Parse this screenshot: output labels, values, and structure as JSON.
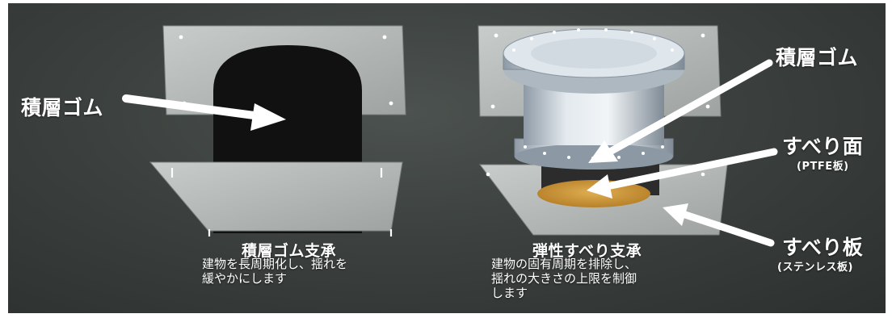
{
  "labels": {
    "left_rubber": "積層ゴム",
    "right_rubber": "積層ゴム",
    "sliding_surface": "すべり面",
    "sliding_surface_sub": "(PTFE板)",
    "sliding_plate": "すべり板",
    "sliding_plate_sub": "(ステンレス板)"
  },
  "captions": {
    "left": {
      "title": "積層ゴム支承",
      "line1": "建物を長周期化し、揺れを",
      "line2": "緩やかにします"
    },
    "right": {
      "title": "弾性すべり支承",
      "line1": "建物の固有周期を排除し、",
      "line2": "揺れの大きさの上限を制御",
      "line3": "します"
    }
  },
  "colors": {
    "background": "#3c413f",
    "plate": "#b7bcba",
    "rubber": "#101010",
    "flange": "#c9d3dc",
    "ptfe": "#d09a3a",
    "arrow": "#ffffff"
  }
}
